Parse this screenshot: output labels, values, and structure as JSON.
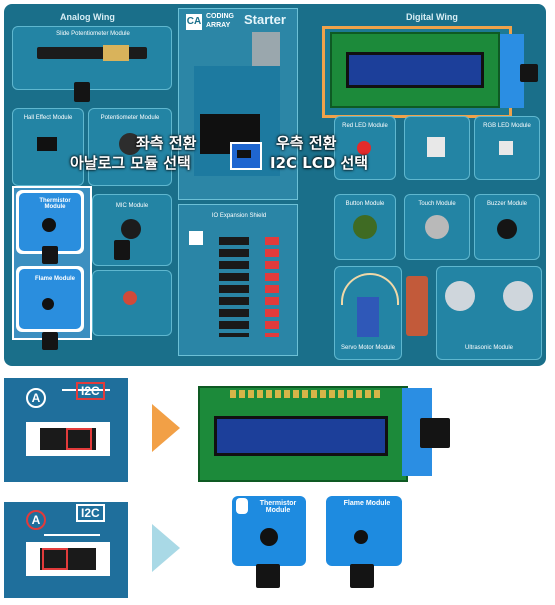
{
  "board": {
    "left_wing_title": "Analog Wing",
    "center_title": "Starter",
    "right_wing_title": "Digital Wing",
    "brand_line1": "CODING",
    "brand_line2": "ARRAY",
    "slide_pot_label": "Slide Potentiometer Module",
    "hall_label": "Hall Effect Module",
    "pot_label": "Potentiometer Module",
    "thermistor_label": "Thermistor Module",
    "mic_label": "MIC Module",
    "flame_label": "Flame Module",
    "io_label": "IO Expansion Shield",
    "led_label": "Red LED Module",
    "rgb_label": "RGB LED Module",
    "button_label": "Button Module",
    "touch_label": "Touch Module",
    "buzzer_label": "Buzzer Module",
    "servo_label": "Servo Motor Module",
    "ultrasonic_label": "Ultrasonic Module"
  },
  "overlay": {
    "left_line1": "좌측 전환",
    "left_line2": "아날로그 모듈 선택",
    "right_line1": "우측 전환",
    "right_line2": "I2C LCD 선택"
  },
  "legend": {
    "row1": {
      "a_badge": "A",
      "i2c_badge": "I2C"
    },
    "row2": {
      "a_badge": "A",
      "i2c_badge": "I2C"
    },
    "thermistor_title": "Thermistor Module",
    "flame_title": "Flame Module"
  },
  "colors": {
    "board": "#1a6f8a",
    "highlight_orange": "#f0a24a",
    "highlight_white": "#ffffff",
    "switch_red": "#e23b3b",
    "arrow_orange": "#f2a046",
    "arrow_blue": "#a9d9e6",
    "panel": "#1f6f9c"
  }
}
